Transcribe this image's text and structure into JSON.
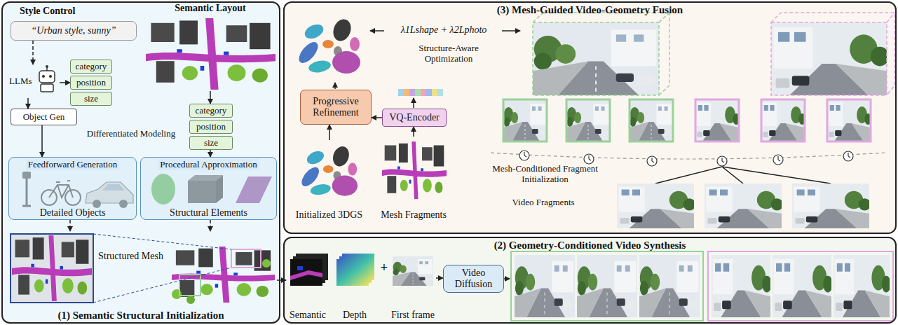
{
  "diagram": {
    "nodes": [
      {
        "text": [
          "(1) Semantic Structural Initialization"
        ]
      },
      {
        "text": [
          "Style Control",
          "“Urban style, sunny”"
        ],
        "in": 0
      },
      {
        "text": [
          "Semantic Layout"
        ],
        "in": 0
      },
      {
        "text": [
          "LLMs"
        ],
        "in": 0
      },
      {
        "text": [
          "category"
        ],
        "in": 0
      },
      {
        "text": [
          "position"
        ],
        "in": 0
      },
      {
        "text": [
          "size"
        ],
        "in": 0
      },
      {
        "text": [
          "Object Gen"
        ],
        "in": 0
      },
      {
        "text": [
          "category"
        ],
        "in": 0
      },
      {
        "text": [
          "position"
        ],
        "in": 0
      },
      {
        "text": [
          "size"
        ],
        "in": 0
      },
      {
        "text": [
          "Feedforward Generation",
          "Detailed Objects"
        ],
        "in": 0
      },
      {
        "text": [
          "Procedural Approximation",
          "Structural Elements"
        ],
        "in": 0
      },
      {
        "text": [
          "Structured Mesh"
        ],
        "in": 0
      },
      {
        "text": [
          "(3) Mesh-Guided Video-Geometry Fusion"
        ]
      },
      {
        "text": [
          "Progressive Refinement"
        ],
        "in": 14
      },
      {
        "text": [
          "VQ-Encoder"
        ],
        "in": 14
      },
      {
        "text": [
          "Initialized 3DGS"
        ],
        "in": 14
      },
      {
        "text": [
          "Mesh Fragments"
        ],
        "in": 14
      },
      {
        "text": [
          "(2) Geometry-Conditioned Video Synthesis"
        ]
      },
      {
        "text": [
          "Semantic"
        ],
        "in": 19
      },
      {
        "text": [
          "Depth"
        ],
        "in": 19
      },
      {
        "text": [
          "First frame"
        ],
        "in": 19
      },
      {
        "text": [
          "Video Diffusion"
        ],
        "in": 19
      }
    ],
    "edges": [
      {
        "from": 1,
        "to": 3,
        "arrow": "to"
      },
      {
        "from": 3,
        "to": 7,
        "arrow": "to"
      },
      {
        "from": 3,
        "to": 5,
        "arrow": "to"
      },
      {
        "from": 7,
        "to": 11,
        "arrow": "to"
      },
      {
        "from": 2,
        "to": 8,
        "arrow": "to"
      },
      {
        "from": 10,
        "to": 12,
        "arrow": "to"
      },
      {
        "from": 11,
        "to": 13,
        "arrow": "to"
      },
      {
        "from": 12,
        "to": 13,
        "arrow": "to"
      },
      {
        "from": 13,
        "to": 20,
        "arrow": "to"
      },
      {
        "from": 22,
        "to": 23,
        "arrow": "to"
      },
      {
        "from": 18,
        "to": 16,
        "arrow": "to"
      },
      {
        "from": 16,
        "to": 15,
        "arrow": "to"
      },
      {
        "from": 17,
        "to": 15,
        "arrow": "to"
      }
    ],
    "labels": [
      "λ1Lshape + λ2Lphoto",
      "Structure-Aware Optimization",
      "Mesh-Conditioned Fragment Initialization",
      "Video Fragments",
      "Differentiated Modeling",
      "+"
    ]
  }
}
